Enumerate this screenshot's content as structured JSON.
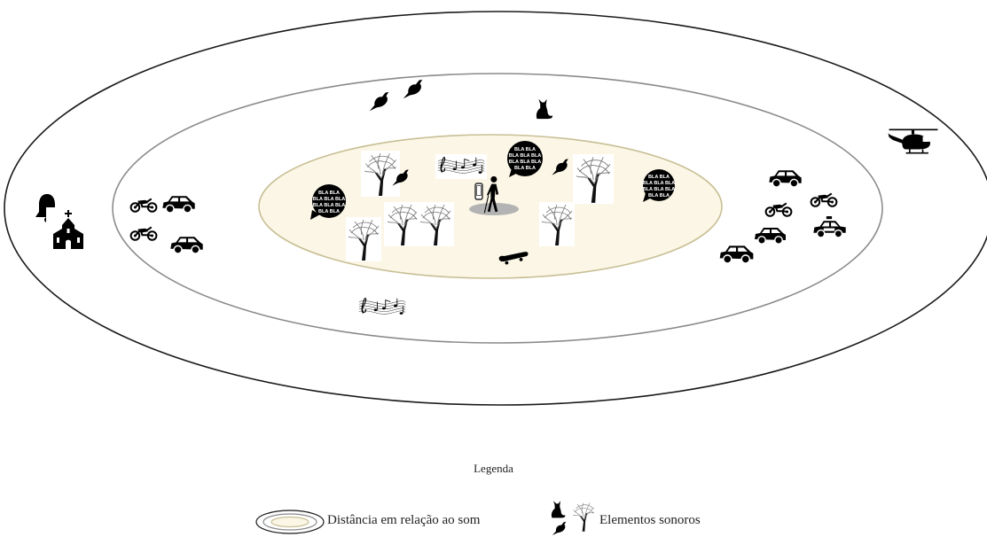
{
  "legend": {
    "title": "Legenda",
    "distance_label": "Distância em relação ao som",
    "elements_label": "Elementos sonoros"
  },
  "speech_bubble_text": [
    "BLA BLA",
    "BLA BLA BLA",
    "BLA BLA BLA",
    "BLA BLA"
  ],
  "colors": {
    "outer_ring": "#1a1a1a",
    "middle_ring": "#8a8a8a",
    "inner_fill": "#fbf6e6",
    "inner_stroke": "#c8bf95",
    "icon": "#000000",
    "person_disc": "#b3b3b3"
  }
}
